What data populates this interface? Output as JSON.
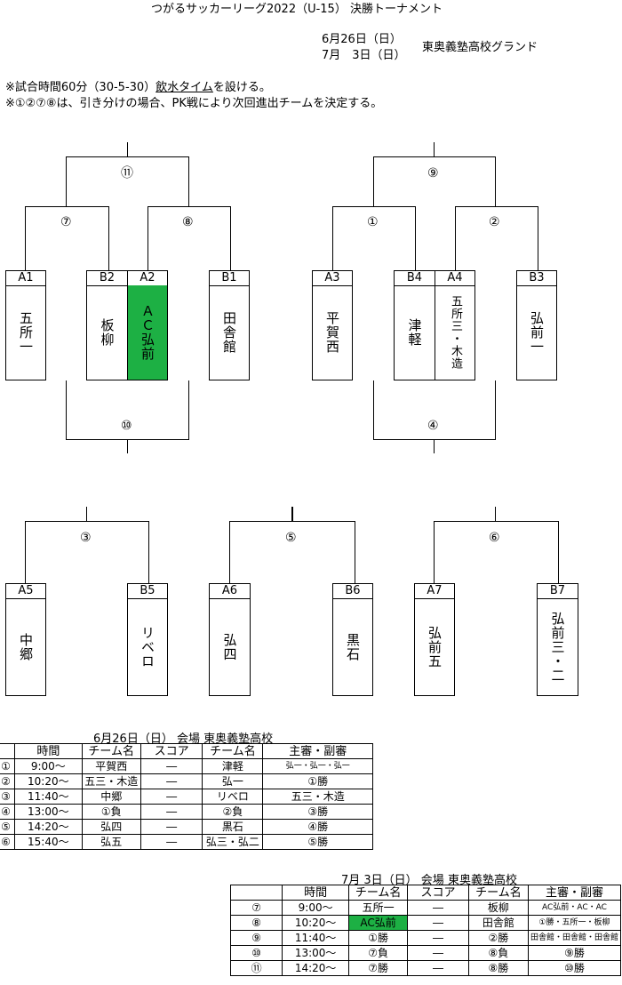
{
  "title": "つがるサッカーリーグ2022（U-15） 決勝トーナメント",
  "dates": [
    "6月26日（日）",
    "7月　3日（日）"
  ],
  "venue": "東奥義塾高校グランド",
  "notes": [
    {
      "pre": "※試合時間60分（30-5-30）",
      "u": "飲水タイム",
      "post": "を設ける。"
    },
    {
      "pre": "※①②⑦⑧は、引き分けの場合、PK戦により次回進出チームを決定する。",
      "u": "",
      "post": ""
    }
  ],
  "match_nums": [
    "⑪",
    "⑦",
    "⑧",
    "⑨",
    "①",
    "②",
    "⑩",
    "④",
    "③",
    "⑤",
    "⑥"
  ],
  "teams": [
    {
      "label": "A1",
      "name": "五所一",
      "highlight": false
    },
    {
      "label": "B2",
      "name": "板柳",
      "highlight": false
    },
    {
      "label": "A2",
      "name": "ＡＣ弘前",
      "highlight": true
    },
    {
      "label": "B1",
      "name": "田舎館",
      "highlight": false
    },
    {
      "label": "A3",
      "name": "平賀西",
      "highlight": false
    },
    {
      "label": "B4",
      "name": "津軽",
      "highlight": false
    },
    {
      "label": "A4",
      "name": "五所三・木造",
      "highlight": false
    },
    {
      "label": "B3",
      "name": "弘前一",
      "highlight": false
    },
    {
      "label": "A5",
      "name": "中郷",
      "highlight": false
    },
    {
      "label": "B5",
      "name": "リベロ",
      "highlight": false
    },
    {
      "label": "A6",
      "name": "弘四",
      "highlight": false
    },
    {
      "label": "B6",
      "name": "黒石",
      "highlight": false
    },
    {
      "label": "A7",
      "name": "弘前五",
      "highlight": false
    },
    {
      "label": "B7",
      "name": "弘前三・二",
      "highlight": false
    }
  ],
  "schedule1": {
    "caption": "6月26日（日） 会場  東奥義塾高校",
    "header": [
      "",
      "時間",
      "チーム名",
      "スコア",
      "チーム名",
      "主審・副審"
    ],
    "rows": [
      [
        "①",
        "9:00～",
        "平賀西",
        "―",
        "津軽",
        "弘一・弘一・弘一"
      ],
      [
        "②",
        "10:20～",
        "五三・木造",
        "―",
        "弘一",
        "①勝"
      ],
      [
        "③",
        "11:40～",
        "中郷",
        "―",
        "リベロ",
        "五三・木造"
      ],
      [
        "④",
        "13:00～",
        "①負",
        "―",
        "②負",
        "③勝"
      ],
      [
        "⑤",
        "14:20～",
        "弘四",
        "―",
        "黒石",
        "④勝"
      ],
      [
        "⑥",
        "15:40～",
        "弘五",
        "―",
        "弘三・弘二",
        "⑤勝"
      ]
    ]
  },
  "schedule2": {
    "caption": "7月 3日（日） 会場  東奥義塾高校",
    "header": [
      "",
      "時間",
      "チーム名",
      "スコア",
      "チーム名",
      "主審・副審"
    ],
    "rows": [
      [
        "⑦",
        "9:00～",
        "五所一",
        "―",
        "板柳",
        "AC弘前・AC・AC"
      ],
      [
        "⑧",
        "10:20～",
        "AC弘前",
        "―",
        "田舎館",
        "①勝・五所一・板柳"
      ],
      [
        "⑨",
        "11:40～",
        "①勝",
        "―",
        "②勝",
        "田舎館・田舎館・田舎館"
      ],
      [
        "⑩",
        "13:00～",
        "⑦負",
        "―",
        "⑧負",
        "⑨勝"
      ],
      [
        "⑪",
        "14:20～",
        "⑦勝",
        "―",
        "⑧勝",
        "⑩勝"
      ]
    ]
  }
}
